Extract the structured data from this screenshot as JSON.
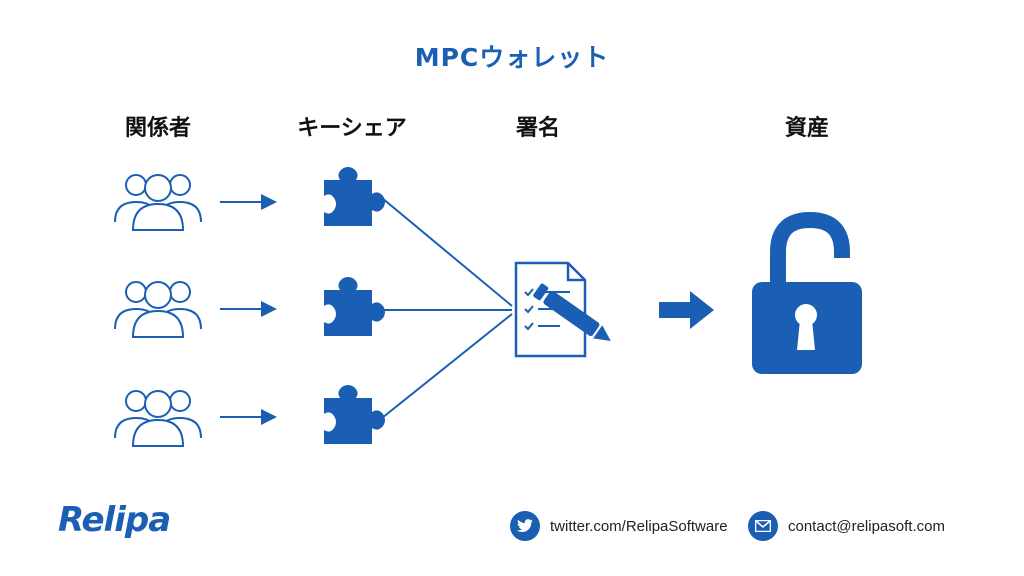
{
  "title": "MPCウォレット",
  "columns": {
    "stakeholders": "関係者",
    "key_share": "キーシェア",
    "signature": "署名",
    "assets": "資産"
  },
  "footer": {
    "logo_text": "Relipa",
    "twitter": "twitter.com/RelipaSoftware",
    "email": "contact@relipasoft.com"
  },
  "colors": {
    "accent": "#1a5fb4"
  },
  "icons": {
    "stakeholder": "people-group-icon",
    "key_share": "puzzle-piece-icon",
    "signature": "signed-document-icon",
    "assets": "unlocked-padlock-icon"
  }
}
